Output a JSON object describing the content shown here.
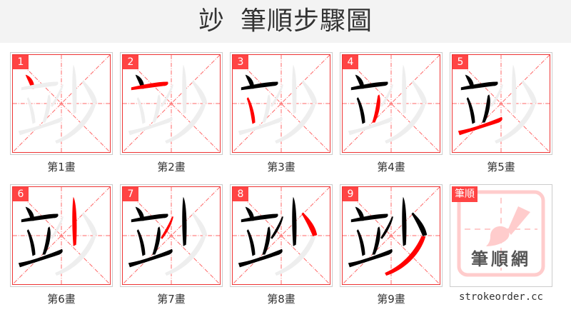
{
  "header": {
    "char": "竗",
    "title": "筆順步驟圖"
  },
  "steps": [
    {
      "num": "1",
      "label": "第1畫"
    },
    {
      "num": "2",
      "label": "第2畫"
    },
    {
      "num": "3",
      "label": "第3畫"
    },
    {
      "num": "4",
      "label": "第4畫"
    },
    {
      "num": "5",
      "label": "第5畫"
    },
    {
      "num": "6",
      "label": "第6畫"
    },
    {
      "num": "7",
      "label": "第7畫"
    },
    {
      "num": "8",
      "label": "第8畫"
    },
    {
      "num": "9",
      "label": "第9畫"
    }
  ],
  "logo": {
    "badge": "筆順",
    "name": "筆順網",
    "site": "strokeorder.cc"
  },
  "colors": {
    "accent": "#ff4444",
    "grid": "#ff6666",
    "ghost": "#eeeeee",
    "stroke": "#000000",
    "current": "#ff0000"
  }
}
